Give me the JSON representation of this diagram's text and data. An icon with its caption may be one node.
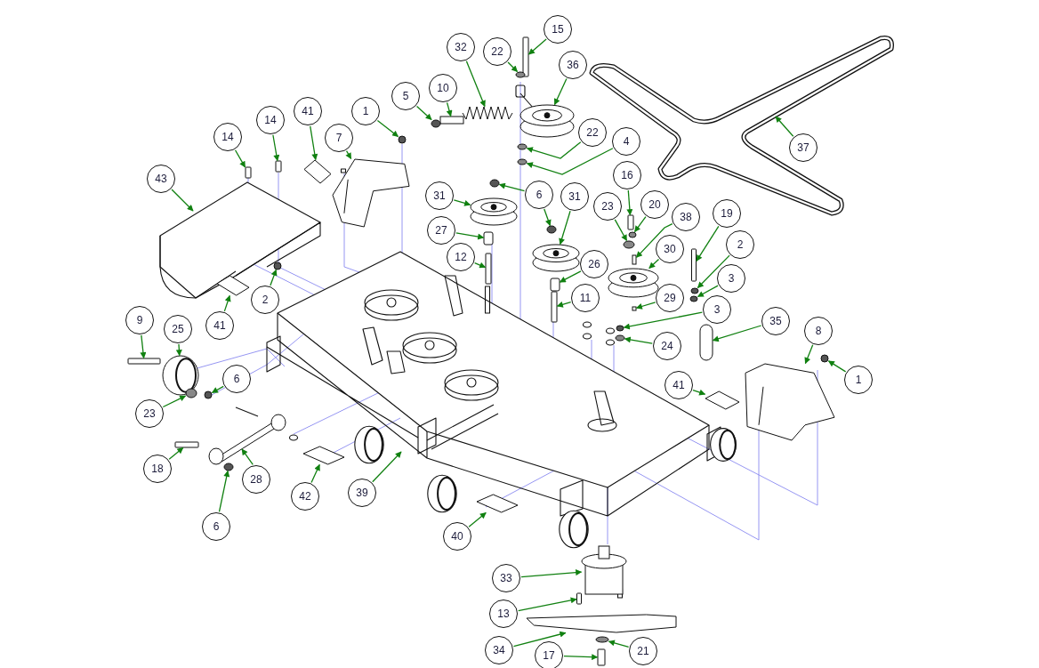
{
  "diagram": {
    "nodes": [
      {
        "text": [
          "15"
        ]
      },
      {
        "text": [
          "32"
        ]
      },
      {
        "text": [
          "22"
        ]
      },
      {
        "text": [
          "36"
        ]
      },
      {
        "text": [
          "10"
        ]
      },
      {
        "text": [
          "5"
        ]
      },
      {
        "text": [
          "41"
        ]
      },
      {
        "text": [
          "1"
        ]
      },
      {
        "text": [
          "14"
        ]
      },
      {
        "text": [
          "22"
        ]
      },
      {
        "text": [
          "14"
        ]
      },
      {
        "text": [
          "7"
        ]
      },
      {
        "text": [
          "4"
        ]
      },
      {
        "text": [
          "37"
        ]
      },
      {
        "text": [
          "16"
        ]
      },
      {
        "text": [
          "43"
        ]
      },
      {
        "text": [
          "6"
        ]
      },
      {
        "text": [
          "31"
        ]
      },
      {
        "text": [
          "31"
        ]
      },
      {
        "text": [
          "20"
        ]
      },
      {
        "text": [
          "23"
        ]
      },
      {
        "text": [
          "19"
        ]
      },
      {
        "text": [
          "38"
        ]
      },
      {
        "text": [
          "27"
        ]
      },
      {
        "text": [
          "2"
        ]
      },
      {
        "text": [
          "30"
        ]
      },
      {
        "text": [
          "12"
        ]
      },
      {
        "text": [
          "26"
        ]
      },
      {
        "text": [
          "3"
        ]
      },
      {
        "text": [
          "11"
        ]
      },
      {
        "text": [
          "29"
        ]
      },
      {
        "text": [
          "2"
        ]
      },
      {
        "text": [
          "3"
        ]
      },
      {
        "text": [
          "9"
        ]
      },
      {
        "text": [
          "35"
        ]
      },
      {
        "text": [
          "41"
        ]
      },
      {
        "text": [
          "25"
        ]
      },
      {
        "text": [
          "8"
        ]
      },
      {
        "text": [
          "24"
        ]
      },
      {
        "text": [
          "6"
        ]
      },
      {
        "text": [
          "1"
        ]
      },
      {
        "text": [
          "41"
        ]
      },
      {
        "text": [
          "23"
        ]
      },
      {
        "text": [
          "18"
        ]
      },
      {
        "text": [
          "28"
        ]
      },
      {
        "text": [
          "39"
        ]
      },
      {
        "text": [
          "42"
        ]
      },
      {
        "text": [
          "6"
        ]
      },
      {
        "text": [
          "40"
        ]
      },
      {
        "text": [
          "33"
        ]
      },
      {
        "text": [
          "13"
        ]
      },
      {
        "text": [
          "21"
        ]
      },
      {
        "text": [
          "34"
        ]
      },
      {
        "text": [
          "17"
        ]
      },
      {
        "text": [],
        "shape": "bolt"
      },
      {
        "text": [],
        "shape": "spring"
      },
      {
        "text": [],
        "shape": "washer"
      },
      {
        "text": [],
        "shape": "pulley"
      },
      {
        "text": [],
        "shape": "rod"
      },
      {
        "text": [],
        "shape": "nut"
      },
      {
        "text": [],
        "shape": "decal"
      },
      {
        "text": [],
        "shape": "nut"
      },
      {
        "text": [],
        "shape": "bolt"
      },
      {
        "text": [],
        "shape": "washer"
      },
      {
        "text": [],
        "shape": "bolt"
      },
      {
        "text": [],
        "shape": "washer"
      },
      {
        "text": [],
        "shape": "bolt"
      },
      {
        "text": [],
        "shape": "nut"
      },
      {
        "text": [],
        "shape": "pulley"
      },
      {
        "text": [],
        "shape": "pulley"
      },
      {
        "text": [],
        "shape": "washer"
      },
      {
        "text": [],
        "shape": "washer"
      },
      {
        "text": [],
        "shape": "bolt"
      },
      {
        "text": [],
        "shape": "pin"
      },
      {
        "text": [],
        "shape": "bushing"
      },
      {
        "text": [],
        "shape": "nut"
      },
      {
        "text": [],
        "shape": "pulley"
      },
      {
        "text": [],
        "shape": "bolt"
      },
      {
        "text": [],
        "shape": "bushing"
      },
      {
        "text": [],
        "shape": "nut"
      },
      {
        "text": [],
        "shape": "bolt"
      },
      {
        "text": [],
        "shape": "pin"
      },
      {
        "text": [],
        "shape": "nut"
      },
      {
        "text": [],
        "shape": "nut"
      },
      {
        "text": [],
        "shape": "bolt"
      },
      {
        "text": [],
        "shape": "arm"
      },
      {
        "text": [],
        "shape": "decal"
      },
      {
        "text": [],
        "shape": "wheel"
      },
      {
        "text": [],
        "shape": "washer"
      },
      {
        "text": [],
        "shape": "nut"
      },
      {
        "text": [],
        "shape": "nut"
      },
      {
        "text": [],
        "shape": "decal"
      },
      {
        "text": [],
        "shape": "washer"
      },
      {
        "text": [],
        "shape": "bolt"
      },
      {
        "text": [],
        "shape": "decal"
      },
      {
        "text": [],
        "shape": "nut"
      },
      {
        "text": [],
        "shape": "decal"
      },
      {
        "text": [],
        "shape": "bolt"
      },
      {
        "text": [],
        "shape": "washer"
      },
      {
        "text": [],
        "shape": "blade"
      },
      {
        "text": [],
        "shape": "bolt"
      },
      {
        "text": [],
        "shape": "nut"
      },
      {
        "text": [],
        "shape": "chute"
      },
      {
        "text": [],
        "shape": "chute"
      },
      {
        "text": [],
        "shape": "arm"
      },
      {
        "text": [],
        "shape": "spindle"
      }
    ],
    "edges": [
      {
        "from": 0,
        "to": 54,
        "arrow": "to"
      },
      {
        "from": 1,
        "to": 55,
        "arrow": "to"
      },
      {
        "from": 2,
        "to": 56,
        "arrow": "to"
      },
      {
        "from": 3,
        "to": 57,
        "arrow": "to"
      },
      {
        "from": 4,
        "to": 58,
        "arrow": "to"
      },
      {
        "from": 5,
        "to": 59,
        "arrow": "to"
      },
      {
        "from": 6,
        "to": 60,
        "arrow": "to"
      },
      {
        "from": 7,
        "to": 61,
        "arrow": "to"
      },
      {
        "from": 8,
        "to": 62,
        "arrow": "to"
      },
      {
        "from": 9,
        "to": 63,
        "arrow": "to"
      },
      {
        "from": 10,
        "to": 64,
        "arrow": "to"
      },
      {
        "from": 11,
        "to": 102,
        "arrow": "to"
      },
      {
        "from": 12,
        "to": 65,
        "arrow": "to"
      },
      {
        "from": 13,
        "to": null,
        "arrow": "to"
      },
      {
        "from": 14,
        "to": 66,
        "arrow": "to"
      },
      {
        "from": 15,
        "to": null,
        "arrow": "to"
      },
      {
        "from": 16,
        "to": 67,
        "arrow": "to"
      },
      {
        "from": 17,
        "to": 68,
        "arrow": "to"
      },
      {
        "from": 18,
        "to": 69,
        "arrow": "to"
      },
      {
        "from": 19,
        "to": 70,
        "arrow": "to"
      },
      {
        "from": 20,
        "to": 71,
        "arrow": "to"
      },
      {
        "from": 21,
        "to": 72,
        "arrow": "to"
      },
      {
        "from": 22,
        "to": 73,
        "arrow": "to"
      },
      {
        "from": 23,
        "to": 74,
        "arrow": "to"
      },
      {
        "from": 24,
        "to": 75,
        "arrow": "to"
      },
      {
        "from": 25,
        "to": 76,
        "arrow": "to"
      },
      {
        "from": 26,
        "to": 77,
        "arrow": "to"
      },
      {
        "from": 27,
        "to": 78,
        "arrow": "to"
      },
      {
        "from": 28,
        "to": 79,
        "arrow": "to"
      },
      {
        "from": 29,
        "to": 80,
        "arrow": "to"
      },
      {
        "from": 30,
        "to": 81,
        "arrow": "to"
      },
      {
        "from": 31,
        "to": 82,
        "arrow": "to"
      },
      {
        "from": 32,
        "to": 83,
        "arrow": "to"
      },
      {
        "from": 33,
        "to": 84,
        "arrow": "to"
      },
      {
        "from": 34,
        "to": 85,
        "arrow": "to"
      },
      {
        "from": 35,
        "to": 86,
        "arrow": "to"
      },
      {
        "from": 36,
        "to": 87,
        "arrow": "to"
      },
      {
        "from": 37,
        "to": 103,
        "arrow": "to"
      },
      {
        "from": 38,
        "to": 88,
        "arrow": "to"
      },
      {
        "from": 39,
        "to": 89,
        "arrow": "to"
      },
      {
        "from": 40,
        "to": 90,
        "arrow": "to"
      },
      {
        "from": 41,
        "to": 91,
        "arrow": "to"
      },
      {
        "from": 42,
        "to": 92,
        "arrow": "to"
      },
      {
        "from": 43,
        "to": 93,
        "arrow": "to"
      },
      {
        "from": 44,
        "to": 104,
        "arrow": "to"
      },
      {
        "from": 45,
        "to": null,
        "arrow": "to"
      },
      {
        "from": 46,
        "to": 94,
        "arrow": "to"
      },
      {
        "from": 47,
        "to": 95,
        "arrow": "to"
      },
      {
        "from": 48,
        "to": 96,
        "arrow": "to"
      },
      {
        "from": 49,
        "to": 105,
        "arrow": "to"
      },
      {
        "from": 50,
        "to": 97,
        "arrow": "to"
      },
      {
        "from": 51,
        "to": 98,
        "arrow": "to"
      },
      {
        "from": 52,
        "to": 99,
        "arrow": "to"
      },
      {
        "from": 53,
        "to": 100,
        "arrow": "to"
      },
      {
        "from": 16,
        "to": 101,
        "arrow": "to"
      }
    ]
  }
}
